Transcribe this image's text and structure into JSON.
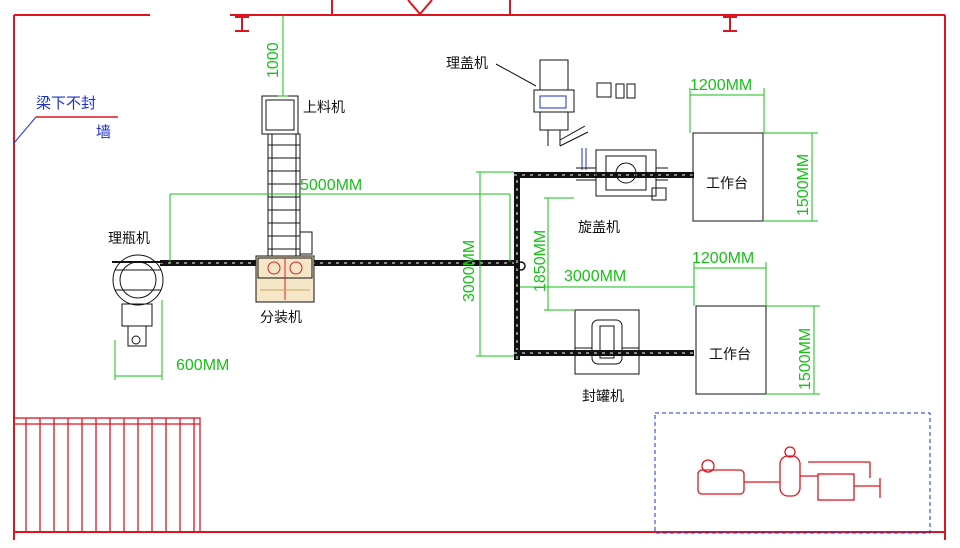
{
  "labels": {
    "beam_note_line1": "梁下不封",
    "beam_note_line2": "墙",
    "loader": "上料机",
    "bottle_sorter": "理瓶机",
    "dispenser": "分装机",
    "cap_sorter": "理盖机",
    "capper": "旋盖机",
    "sealer": "封罐机",
    "workbench_1": "工作台",
    "workbench_2": "工作台"
  },
  "dimensions": {
    "d_1000": "1000",
    "d_5000": "5000MM",
    "d_600": "600MM",
    "d_3000v": "3000MM",
    "d_1850": "1850MM",
    "d_3000h": "3000MM",
    "d_1200a": "1200MM",
    "d_1500a": "1500MM",
    "d_1200b": "1200MM",
    "d_1500b": "1500MM"
  },
  "colors": {
    "wall": "#e0141e",
    "dimension": "#15c215",
    "equipment": "#1a1a1a",
    "note": "#1a2fd6",
    "air_zone": "#1a2fd6"
  }
}
